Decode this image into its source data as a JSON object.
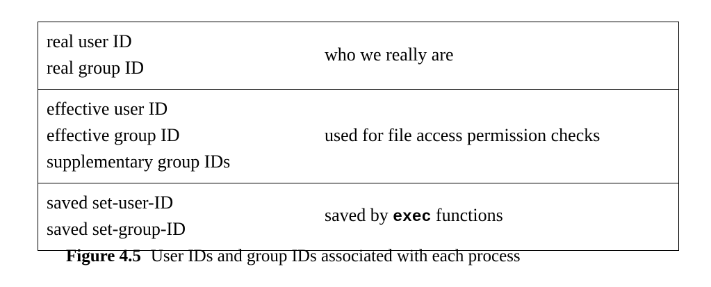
{
  "figure": {
    "caption_label": "Figure 4.5",
    "caption_text": "User IDs and group IDs associated with each process",
    "table": {
      "rows": [
        {
          "name": "real-ids",
          "left_lines": [
            "real user ID",
            "real group ID"
          ],
          "right_text": "who we really are",
          "right_prefix": null,
          "right_mono": null,
          "right_suffix": null
        },
        {
          "name": "effective-ids",
          "left_lines": [
            "effective user ID",
            "effective group ID",
            "supplementary group IDs"
          ],
          "right_text": "used for file access permission checks",
          "right_prefix": null,
          "right_mono": null,
          "right_suffix": null
        },
        {
          "name": "saved-ids",
          "left_lines": [
            "saved set-user-ID",
            "saved set-group-ID"
          ],
          "right_text": null,
          "right_prefix": "saved by ",
          "right_mono": "exec",
          "right_suffix": " functions"
        }
      ]
    },
    "colors": {
      "border": "#000000",
      "text": "#000000",
      "background": "#ffffff"
    }
  }
}
